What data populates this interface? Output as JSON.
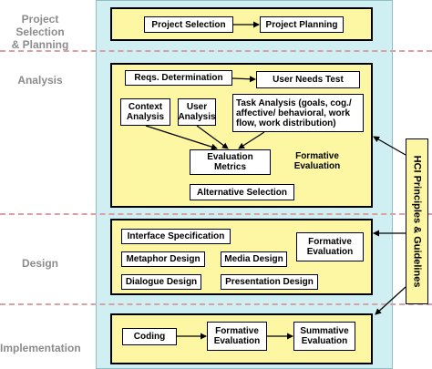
{
  "phases": {
    "planning": "Project Selection\n& Planning",
    "analysis": "Analysis",
    "design": "Design",
    "implementation": "Implementation"
  },
  "nodes": {
    "project_selection": "Project Selection",
    "project_planning": "Project Planning",
    "reqs_determination": "Reqs. Determination",
    "user_needs_test": "User Needs Test",
    "context_analysis": "Context\nAnalysis",
    "user_analysis": "User\nAnalysis",
    "task_analysis": "Task Analysis (goals, cog./\naffective/ behavioral, work\nflow, work distribution)",
    "evaluation_metrics": "Evaluation\nMetrics",
    "formative_evaluation_analysis": "Formative\nEvaluation",
    "alternative_selection": "Alternative Selection",
    "interface_specification": "Interface Specification",
    "formative_evaluation_design": "Formative\nEvaluation",
    "metaphor_design": "Metaphor Design",
    "media_design": "Media Design",
    "dialogue_design": "Dialogue Design",
    "presentation_design": "Presentation Design",
    "coding": "Coding",
    "formative_evaluation_impl": "Formative\nEvaluation",
    "summative_evaluation": "Summative\nEvaluation"
  },
  "hci_label": "HCI Principles & Guidelines",
  "colors": {
    "panel": "#cfeff3",
    "phase_box": "#fdf6a3",
    "node": "#ffffff",
    "divider": "#d9a0a8",
    "phase_label": "#8c8c8c"
  }
}
